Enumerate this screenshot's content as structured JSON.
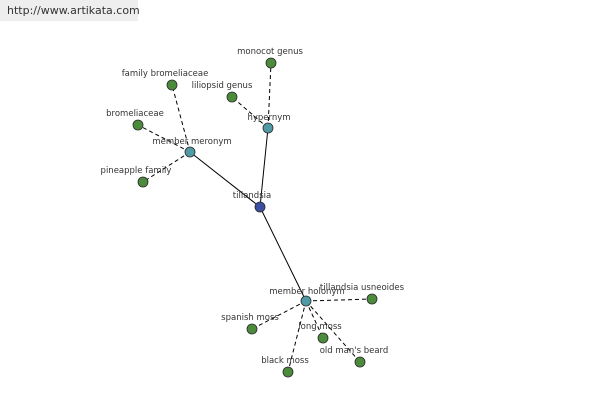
{
  "source_url": "http://www.artikata.com",
  "colors": {
    "center": "#3c4fa0",
    "relation": "#4f9aa6",
    "leaf": "#4b8b3b",
    "node_stroke": "#2a2a2a",
    "edge": "#000000"
  },
  "graph": {
    "center": {
      "id": "tillandsia",
      "label": "tillandsia"
    },
    "relations": [
      {
        "id": "hypernym",
        "label": "hypernym",
        "leaves": [
          {
            "id": "monocot-genus",
            "label": "monocot genus"
          },
          {
            "id": "liliopsid-genus",
            "label": "liliopsid genus"
          }
        ]
      },
      {
        "id": "member-meronym",
        "label": "member meronym",
        "leaves": [
          {
            "id": "family-bromeliaceae",
            "label": "family bromeliaceae"
          },
          {
            "id": "bromeliaceae",
            "label": "bromeliaceae"
          },
          {
            "id": "pineapple-family",
            "label": "pineapple family"
          }
        ]
      },
      {
        "id": "member-holonym",
        "label": "member holonym",
        "leaves": [
          {
            "id": "tillandsia-usneoides",
            "label": "tillandsia usneoides"
          },
          {
            "id": "spanish-moss",
            "label": "spanish moss"
          },
          {
            "id": "long-moss",
            "label": "long moss"
          },
          {
            "id": "old-mans-beard",
            "label": "old man's beard"
          },
          {
            "id": "black-moss",
            "label": "black moss"
          }
        ]
      }
    ]
  }
}
